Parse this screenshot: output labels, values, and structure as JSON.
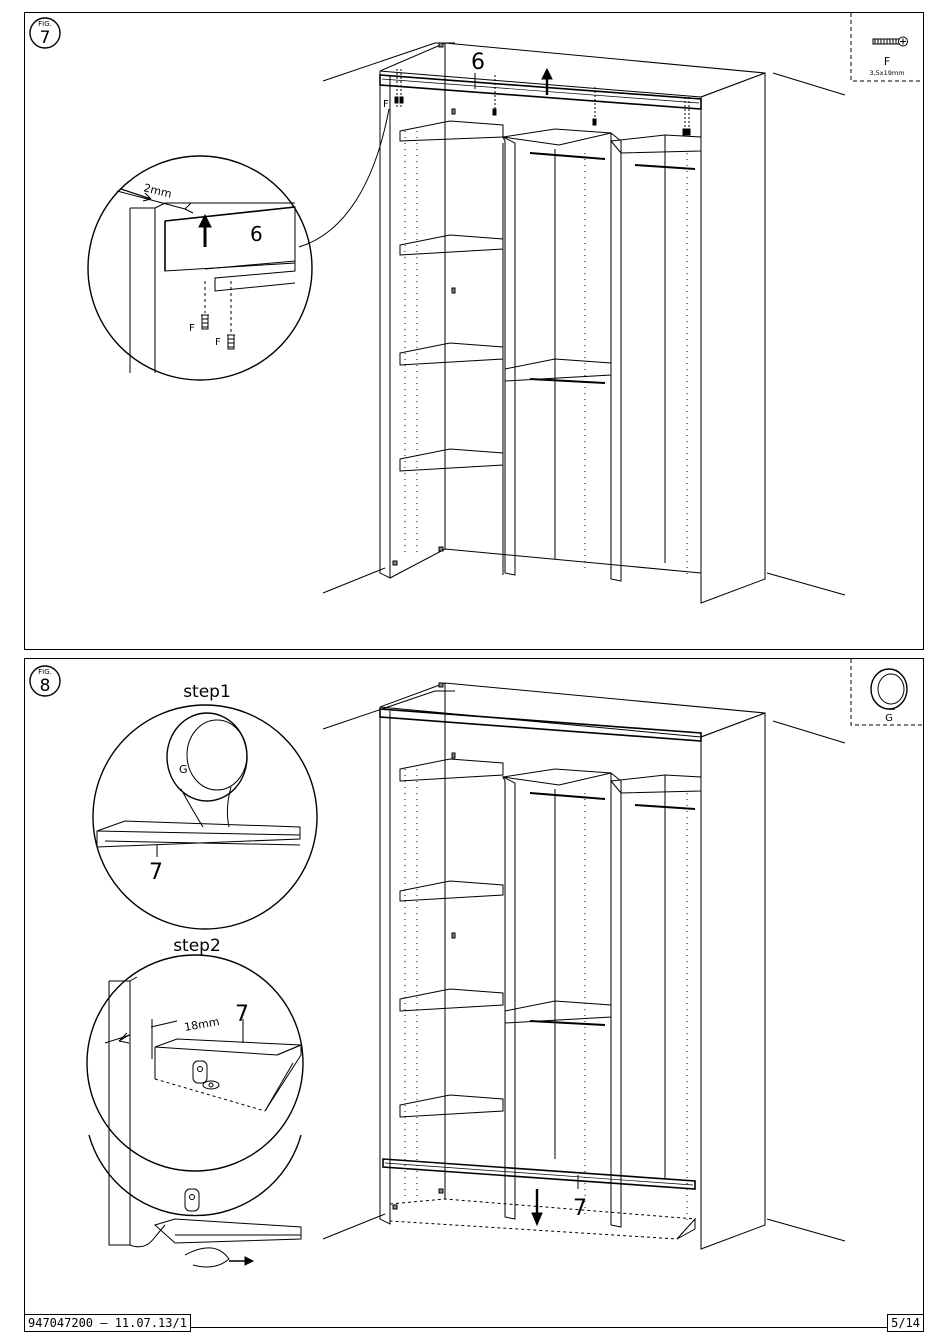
{
  "fig7": {
    "fig_word": "FIG.",
    "fig_number": "7",
    "part_label": "6",
    "detail_part_label": "6",
    "gap_measure": "2mm",
    "screw_label": "F",
    "hardware_box": {
      "label": "F",
      "size": "3,5x19mm",
      "icon": "screw-icon"
    }
  },
  "fig8": {
    "fig_word": "FIG.",
    "fig_number": "8",
    "step1_title": "step1",
    "step2_title": "step2",
    "glider_label": "G",
    "rail_label": "7",
    "offset_measure": "18mm",
    "hardware_box": {
      "label": "G",
      "icon": "ring-glider-icon"
    }
  },
  "footer": {
    "document_code": "947047200  –  11.07.13/1",
    "page": "5/14"
  }
}
